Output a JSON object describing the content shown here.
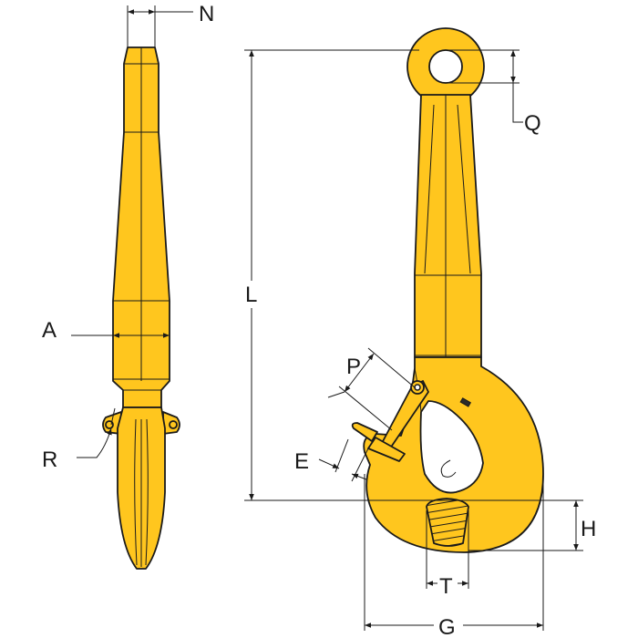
{
  "colors": {
    "body": "#ffc61e",
    "outline": "#1a1a1a",
    "background": "#ffffff"
  },
  "labels": {
    "N": "N",
    "A": "A",
    "R": "R",
    "L": "L",
    "Q": "Q",
    "P": "P",
    "E": "E",
    "H": "H",
    "T": "T",
    "G": "G"
  }
}
